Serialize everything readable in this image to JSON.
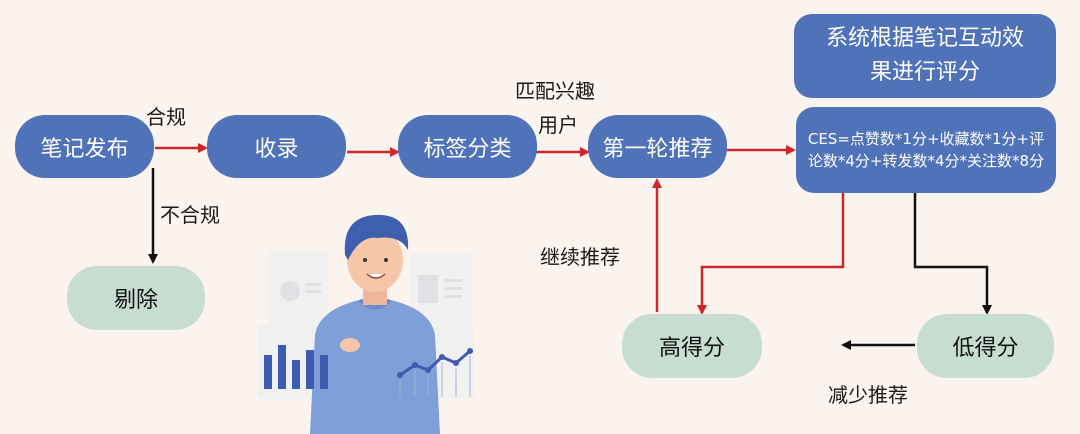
{
  "colors": {
    "background": "#fbf3ee",
    "blue_node": "#4f72b8",
    "green_node": "#c8ddd2",
    "red_arrow": "#d0262b",
    "black_arrow": "#111111"
  },
  "nodes": {
    "publish": "笔记发布",
    "include": "收录",
    "tagging": "标签分类",
    "first_recommend": "第一轮推荐",
    "system_score": "系统根据笔记互动效果进行评分",
    "ces_formula": "CES=点赞数*1分+收藏数*1分+评论数*4分+转发数*4分*关注数*8分",
    "high_score": "高得分",
    "low_score": "低得分",
    "remove": "剔除"
  },
  "labels": {
    "compliant": "合规",
    "non_compliant": "不合规",
    "match_interest": "匹配兴趣",
    "users": "用户",
    "continue_recommend": "继续推荐",
    "reduce_recommend": "减少推荐"
  },
  "illustration": {
    "icon": "person-with-charts-illustration"
  }
}
